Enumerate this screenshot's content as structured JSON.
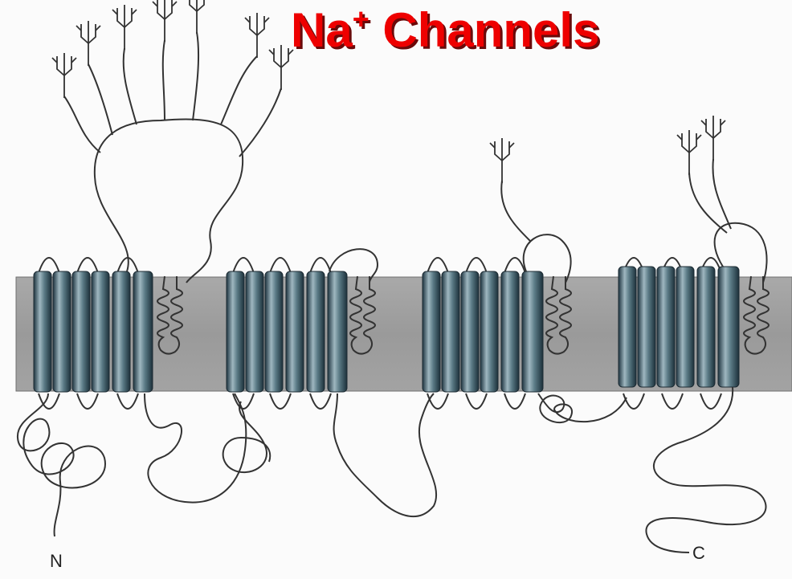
{
  "title": {
    "ion": "Na",
    "charge": "+",
    "rest": " Channels"
  },
  "terminals": {
    "n": "N",
    "c": "C"
  },
  "colors": {
    "title": "#ee0000",
    "membrane": "#9c9c9c",
    "helix": "#4e6e78",
    "line": "#333333",
    "background": "#fbfbfb"
  }
}
